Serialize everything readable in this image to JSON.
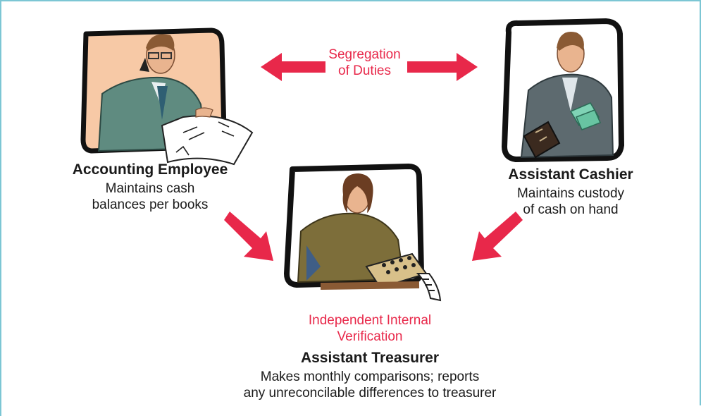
{
  "diagram": {
    "center_label": {
      "line1": "Segregation",
      "line2": "of Duties"
    },
    "left_person": {
      "role": "Accounting Employee",
      "desc_line1": "Maintains cash",
      "desc_line2": "balances per books"
    },
    "right_person": {
      "role": "Assistant Cashier",
      "desc_line1": "Maintains custody",
      "desc_line2": "of cash on hand"
    },
    "bottom_person": {
      "accent_line1": "Independent Internal",
      "accent_line2": "Verification",
      "role": "Assistant Treasurer",
      "desc_line1": "Makes monthly comparisons; reports",
      "desc_line2": "any unreconcilable differences to treasurer"
    },
    "colors": {
      "accent": "#e8284a",
      "frame": "#7cc6d4"
    }
  }
}
